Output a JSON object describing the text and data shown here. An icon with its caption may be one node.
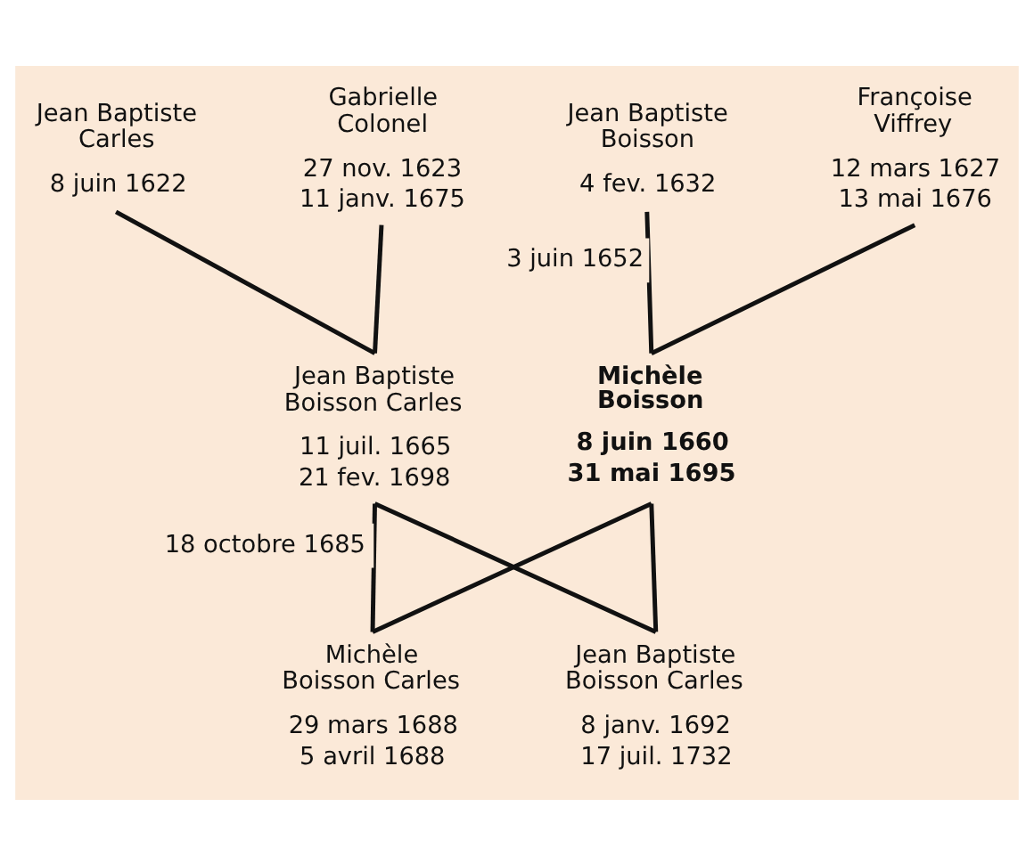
{
  "diagram": {
    "nodes": [
      {
        "text": [
          "Jean Baptiste Carles",
          "8 juin 1622"
        ]
      },
      {
        "text": [
          "Gabrielle Colonel",
          "27 nov. 1623",
          "11 janv. 1675"
        ]
      },
      {
        "text": [
          "Jean Baptiste Boisson",
          "4 fev. 1632"
        ]
      },
      {
        "text": [
          "Françoise Viffrey",
          "12 mars 1627",
          "13 mai 1676"
        ]
      },
      {
        "text": [
          "Jean Baptiste Boisson Carles",
          "11 juil. 1665",
          "21 fev. 1698"
        ]
      },
      {
        "text": [
          "Michèle Boisson",
          "8 juin 1660",
          "31 mai 1695"
        ]
      },
      {
        "text": [
          "Michèle Boisson Carles",
          "29 mars 1688",
          "5 avril 1688"
        ]
      },
      {
        "text": [
          "Jean Baptiste Boisson Carles",
          "8 janv. 1692",
          "17 juil. 1732"
        ]
      }
    ],
    "edges": [
      {
        "from": 0,
        "to": 4,
        "arrow": "none"
      },
      {
        "from": 1,
        "to": 4,
        "arrow": "none"
      },
      {
        "from": 2,
        "to": 5,
        "arrow": "none",
        "label": "3 juin 1652"
      },
      {
        "from": 3,
        "to": 5,
        "arrow": "none"
      },
      {
        "from": 4,
        "to": 6,
        "arrow": "none",
        "label": "18 octobre 1685"
      },
      {
        "from": 5,
        "to": 6,
        "arrow": "none"
      },
      {
        "from": 4,
        "to": 7,
        "arrow": "none"
      },
      {
        "from": 5,
        "to": 7,
        "arrow": "none"
      }
    ]
  }
}
